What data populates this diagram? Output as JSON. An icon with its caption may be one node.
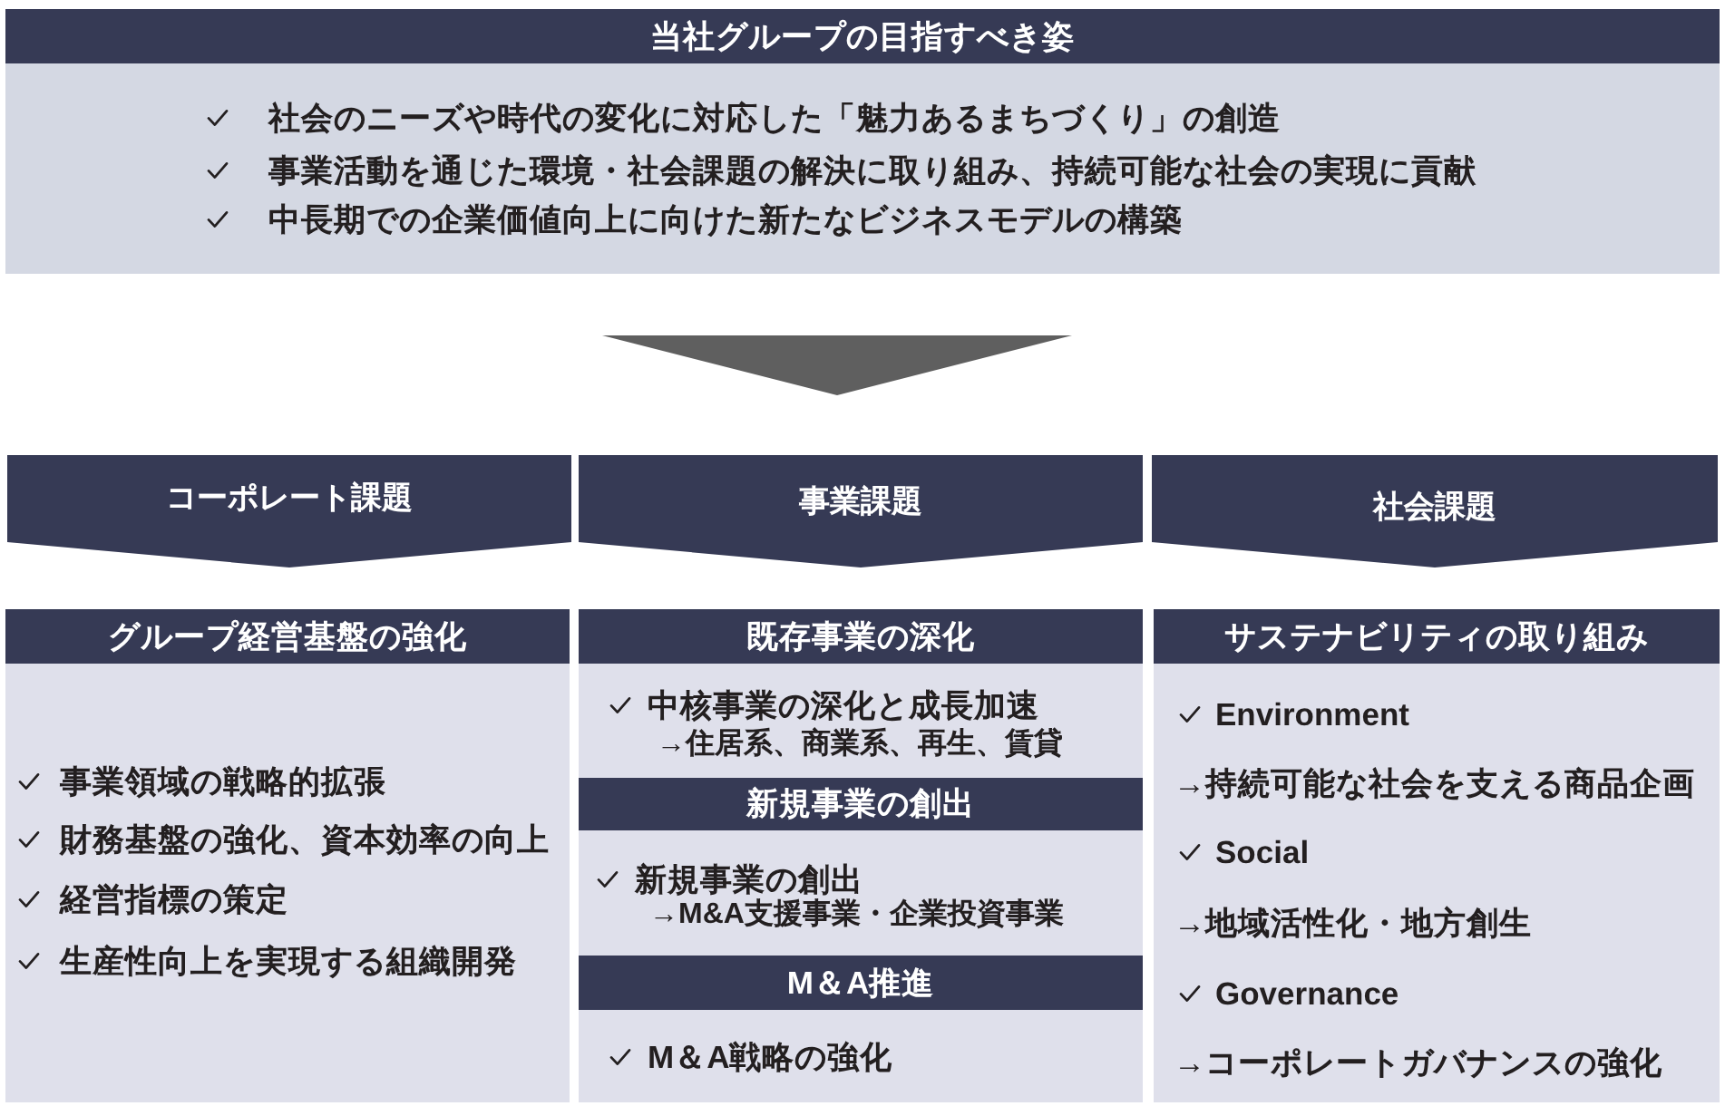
{
  "diagram": {
    "nodes": [
      {
        "text": [
          "当社グループの目指すべき姿",
          "社会のニーズや時代の変化に対応した「魅力あるまちづくり」の創造",
          "事業活動を通じた環境・社会課題の解決に取り組み、持続可能な社会の実現に貢献",
          "中長期での企業価値向上に向けた新たなビジネスモデルの構築"
        ]
      },
      {
        "text": [
          "コーポレート課題"
        ]
      },
      {
        "text": [
          "事業課題"
        ]
      },
      {
        "text": [
          "社会課題"
        ]
      },
      {
        "text": [
          "グループ経営基盤の強化",
          "事業領域の戦略的拡張",
          "財務基盤の強化、資本効率の向上",
          "経営指標の策定",
          "生産性向上を実現する組織開発"
        ]
      },
      {
        "text": [
          "既存事業の深化",
          "中核事業の深化と成長加速",
          "→住居系、商業系、再生、賃貸"
        ]
      },
      {
        "text": [
          "新規事業の創出",
          "新規事業の創出",
          "→M&A支援事業・企業投資事業"
        ]
      },
      {
        "text": [
          "M＆A推進",
          "M＆A戦略の強化"
        ]
      },
      {
        "text": [
          "サステナビリティの取り組み",
          "Environment",
          "→持続可能な社会を支える商品企画",
          "Social",
          "→地域活性化・地方創生",
          "Governance",
          "→コーポレートガバナンスの強化"
        ]
      }
    ],
    "edges": [
      {
        "from": 0,
        "to": 2,
        "arrow": "to"
      }
    ]
  }
}
